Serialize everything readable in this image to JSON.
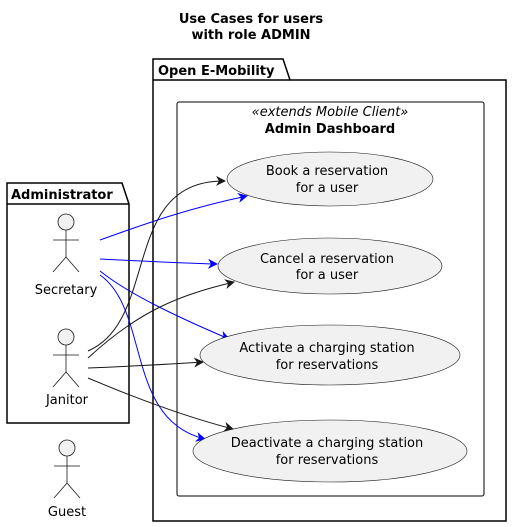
{
  "title": {
    "line1": "Use Cases for users",
    "line2": "with role ADMIN"
  },
  "packages": {
    "system": {
      "label": "Open E-Mobility"
    },
    "administrator": {
      "label": "Administrator"
    }
  },
  "dashboard": {
    "stereotype": "«extends Mobile Client»",
    "title": "Admin Dashboard"
  },
  "use_cases": [
    {
      "id": "book",
      "lines": [
        "Book a reservation",
        "for a user"
      ]
    },
    {
      "id": "cancel",
      "lines": [
        "Cancel a reservation",
        "for a user"
      ]
    },
    {
      "id": "activate",
      "lines": [
        "Activate a charging station",
        "for reservations"
      ]
    },
    {
      "id": "deactivate",
      "lines": [
        "Deactivate a charging station",
        "for reservations"
      ]
    }
  ],
  "actors": [
    {
      "id": "secretary",
      "label": "Secretary"
    },
    {
      "id": "janitor",
      "label": "Janitor"
    },
    {
      "id": "guest",
      "label": "Guest"
    }
  ],
  "associations": [
    {
      "from": "secretary",
      "to": "book",
      "color": "#0000ff"
    },
    {
      "from": "secretary",
      "to": "cancel",
      "color": "#0000ff"
    },
    {
      "from": "secretary",
      "to": "activate",
      "color": "#0000ff"
    },
    {
      "from": "secretary",
      "to": "deactivate",
      "color": "#0000ff"
    },
    {
      "from": "janitor",
      "to": "book",
      "color": "#181818"
    },
    {
      "from": "janitor",
      "to": "cancel",
      "color": "#181818"
    },
    {
      "from": "janitor",
      "to": "activate",
      "color": "#181818"
    },
    {
      "from": "janitor",
      "to": "deactivate",
      "color": "#181818"
    }
  ],
  "colors": {
    "usecase_fill": "#f1f1f1",
    "line_default": "#181818",
    "line_secretary": "#0000ff"
  }
}
